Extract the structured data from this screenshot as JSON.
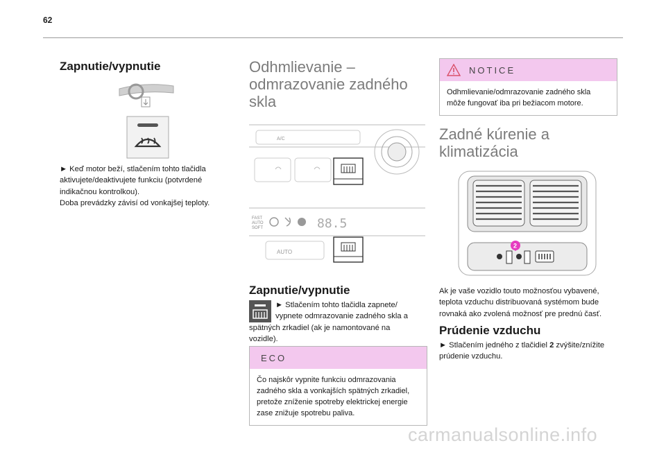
{
  "page": {
    "number": "62"
  },
  "col1": {
    "heading": "Zapnutie/vypnutie",
    "para_lines": [
      "► Keď motor beží, stlačením tohto tlačidla",
      "aktivujete/deaktivujete funkciu (potvrdené",
      "indikačnou kontrolkou).",
      "Doba prevádzky závisí od vonkajšej teploty."
    ]
  },
  "col2": {
    "title_lines": [
      "Odhmlievanie –",
      "odmrazovanie zadného",
      "skla"
    ],
    "panel1": {
      "ac_label": "A/C"
    },
    "panel2": {
      "auto_lines": [
        "FAST",
        "AUTO",
        "SOFT"
      ],
      "display": "88.5",
      "auto_button": "AUTO"
    },
    "heading": "Zapnutie/vypnutie",
    "para_lines": [
      "► Stlačením tohto tlačidla zapnete/",
      "vypnete odmrazovanie zadného skla a",
      "spätných zrkadiel (ak je namontované na",
      "vozidle)."
    ],
    "eco": {
      "title": "ECO",
      "lines": [
        "Čo najskôr vypnite funkciu odmrazovania",
        "zadného skla a vonkajších spätných zrkadiel,",
        "pretože zníženie spotreby elektrickej energie",
        "zase znižuje spotrebu paliva."
      ]
    }
  },
  "col3": {
    "notice": {
      "title": "NOTICE",
      "lines": [
        "Odhmlievanie/odmrazovanie zadného skla",
        "môže fungovať iba pri bežiacom motore."
      ]
    },
    "title_lines": [
      "Zadné kúrenie a",
      "klimatizácia"
    ],
    "callout_number": "2",
    "para_lines": [
      "Ak je vaše vozidlo touto možnosťou vybavené,",
      "teplota vzduchu distribuovaná systémom bude",
      "rovnaká ako zvolená možnosť pre prednú časť."
    ],
    "heading": "Prúdenie vzduchu",
    "para2_before": "► Stlačením jedného z tlačidiel ",
    "para2_bold": "2",
    "para2_after": " zvýšite/znížite",
    "para2_line2": "prúdenie vzduchu."
  },
  "footer": {
    "watermark": "carmanualsonline.info"
  },
  "colors": {
    "callout_header": "#f3c8ee",
    "notice_icon": "#d9506a",
    "badge": "#e63cc0"
  }
}
